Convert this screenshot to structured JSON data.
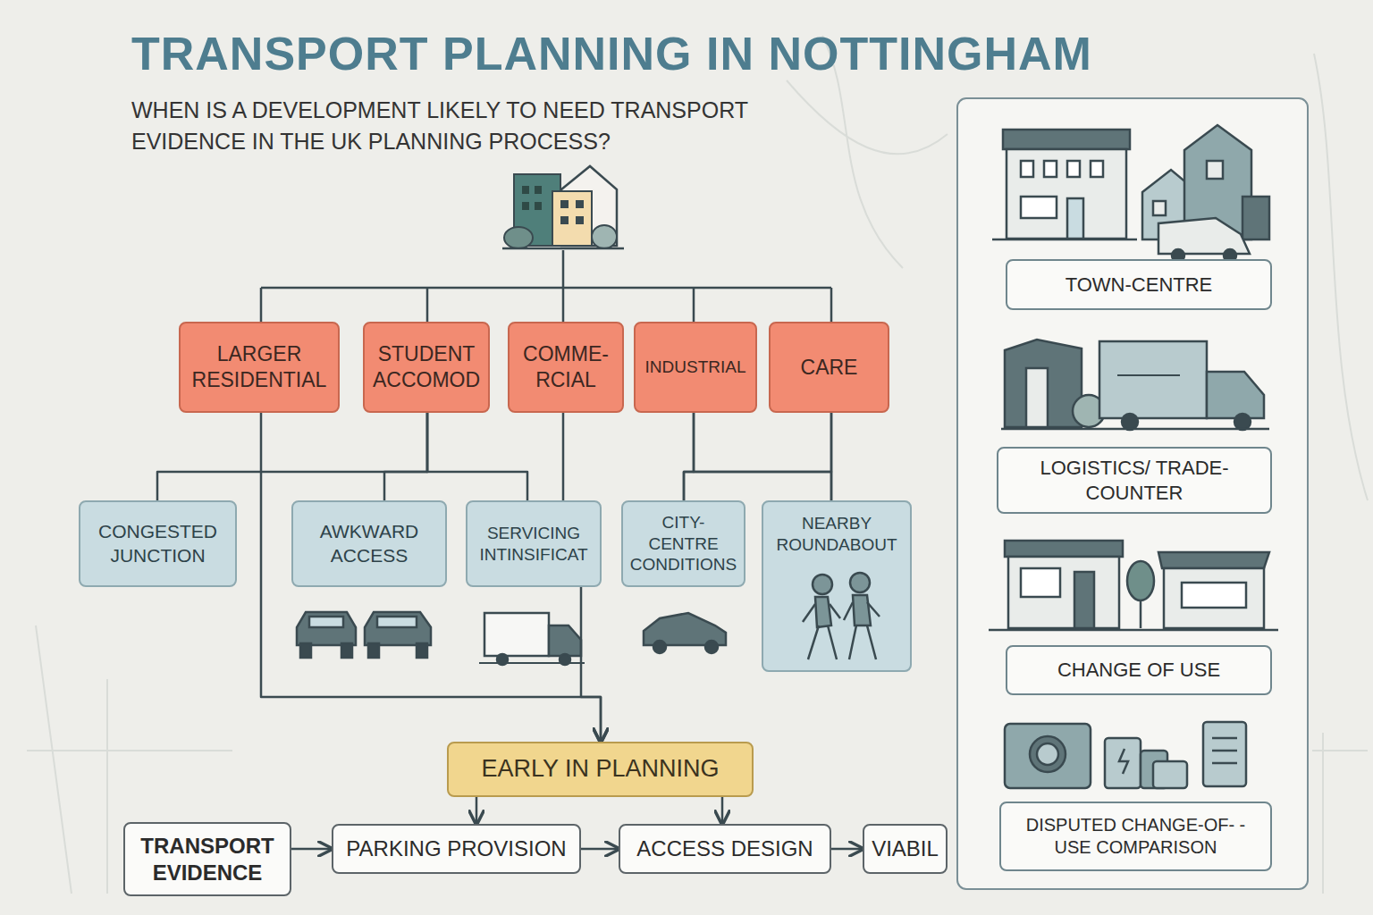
{
  "diagram": {
    "title": "TRANSPORT PLANNING IN NOTTINGHAM",
    "nodes": [
      {
        "text": [
          "LARGER RESIDENTIAL"
        ]
      },
      {
        "text": [
          "STUDENT ACCOMOD"
        ]
      },
      {
        "text": [
          "COMME- RCIAL"
        ]
      },
      {
        "text": [
          "INDUSTRIAL"
        ]
      },
      {
        "text": [
          "CARE"
        ]
      },
      {
        "text": [
          "CONGESTED JUNCTION"
        ]
      },
      {
        "text": [
          "AWKWARD ACCESS"
        ]
      },
      {
        "text": [
          "SERVICING INTINSIFICAT"
        ]
      },
      {
        "text": [
          "CITY-CENTRE CONDITIONS"
        ]
      },
      {
        "text": [
          "NEARBY ROUNDABOUT"
        ]
      },
      {
        "text": [
          "EARLY IN PLANNING"
        ]
      },
      {
        "text": [
          "TRANSPORT EVIDENCE"
        ]
      },
      {
        "text": [
          "PARKING PROVISION"
        ]
      },
      {
        "text": [
          "ACCESS DESIGN"
        ]
      },
      {
        "text": [
          "VIABIL"
        ]
      },
      {
        "text": [
          "TOWN-CENTRE"
        ]
      },
      {
        "text": [
          "LOGISTICS/ TRADE-COUNTER"
        ]
      },
      {
        "text": [
          "CHANGE OF USE"
        ]
      },
      {
        "text": [
          "DISPUTED CHANGE-OF- -USE COMPARISON"
        ]
      }
    ],
    "edges": [
      {
        "from": 0,
        "to": 10,
        "arrow": "to"
      },
      {
        "from": 1,
        "to": 5,
        "arrow": "none"
      },
      {
        "from": 1,
        "to": 6,
        "arrow": "none"
      },
      {
        "from": 1,
        "to": 7,
        "arrow": "none"
      },
      {
        "from": 2,
        "to": 7,
        "arrow": "none"
      },
      {
        "from": 3,
        "to": 8,
        "arrow": "none"
      },
      {
        "from": 3,
        "to": 9,
        "arrow": "none"
      },
      {
        "from": 4,
        "to": 8,
        "arrow": "none"
      },
      {
        "from": 4,
        "to": 9,
        "arrow": "none"
      },
      {
        "from": 7,
        "to": 10,
        "arrow": "to"
      },
      {
        "from": 10,
        "to": 12,
        "arrow": "to"
      },
      {
        "from": 10,
        "to": 13,
        "arrow": "to"
      },
      {
        "from": 11,
        "to": 12,
        "arrow": "to"
      },
      {
        "from": 12,
        "to": 13,
        "arrow": "to"
      },
      {
        "from": 13,
        "to": 14,
        "arrow": "to"
      }
    ],
    "labels": [
      "WHEN IS A DEVELOPMENT LIKELY TO NEED TRANSPORT EVIDENCE IN THE UK PLANNING PROCESS?"
    ]
  }
}
